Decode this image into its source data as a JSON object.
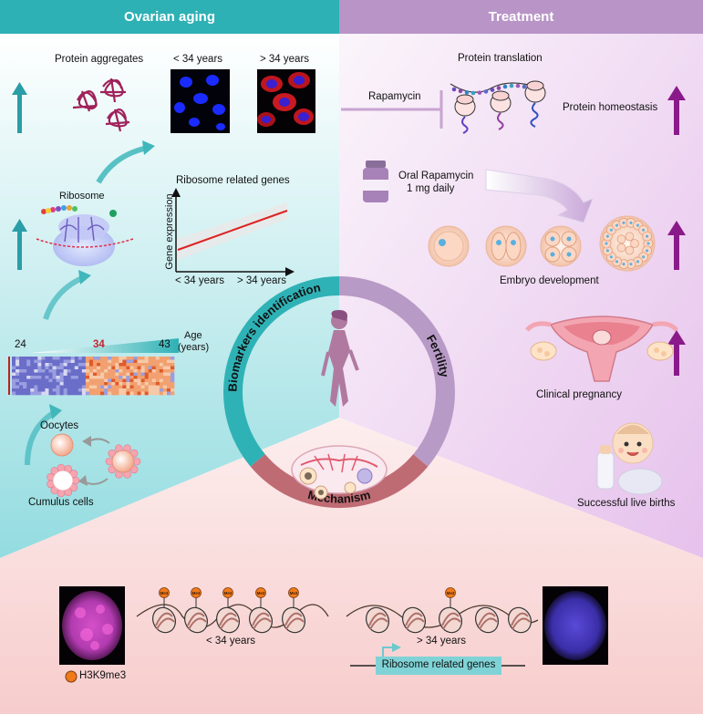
{
  "header": {
    "left_title": "Ovarian aging",
    "right_title": "Treatment"
  },
  "ovarian_aging": {
    "protein_aggregates_label": "Protein aggregates",
    "age_young_label": "< 34 years",
    "age_old_label": "> 34 years",
    "ribosome_label": "Ribosome",
    "plot_title": "Ribosome related genes",
    "plot_ylabel": "Gene expression",
    "plot_x_left": "< 34 years",
    "plot_x_right": "> 34 years",
    "age_bar_start": "24",
    "age_bar_mid": "34",
    "age_bar_end": "43",
    "age_title_line1": "Age",
    "age_title_line2": "(years)",
    "oocytes_label": "Oocytes",
    "cumulus_label": "Cumulus cells"
  },
  "treatment": {
    "protein_translation_label": "Protein translation",
    "rapamycin_label": "Rapamycin",
    "protein_homeostasis_label": "Protein homeostasis",
    "oral_line1": "Oral Rapamycin",
    "oral_line2": "1 mg daily",
    "embryo_label": "Embryo development",
    "pregnancy_label": "Clinical pregnancy",
    "births_label": "Successful live births"
  },
  "ring": {
    "segment_biomarkers": "Biomarkers identification",
    "segment_fertility": "Fertility",
    "segment_mechanism": "Mechanism"
  },
  "mechanism": {
    "young_label": "< 34 years",
    "old_label": "> 34 years",
    "genes_box_label": "Ribosome related  genes",
    "legend_label": "H3K9me3",
    "mark_badge": "Me3"
  },
  "colors": {
    "teal": "#29b3b8",
    "lilac": "#b48fc2",
    "purple_arrow": "#8a1a8a",
    "red_line": "#dd2222"
  }
}
